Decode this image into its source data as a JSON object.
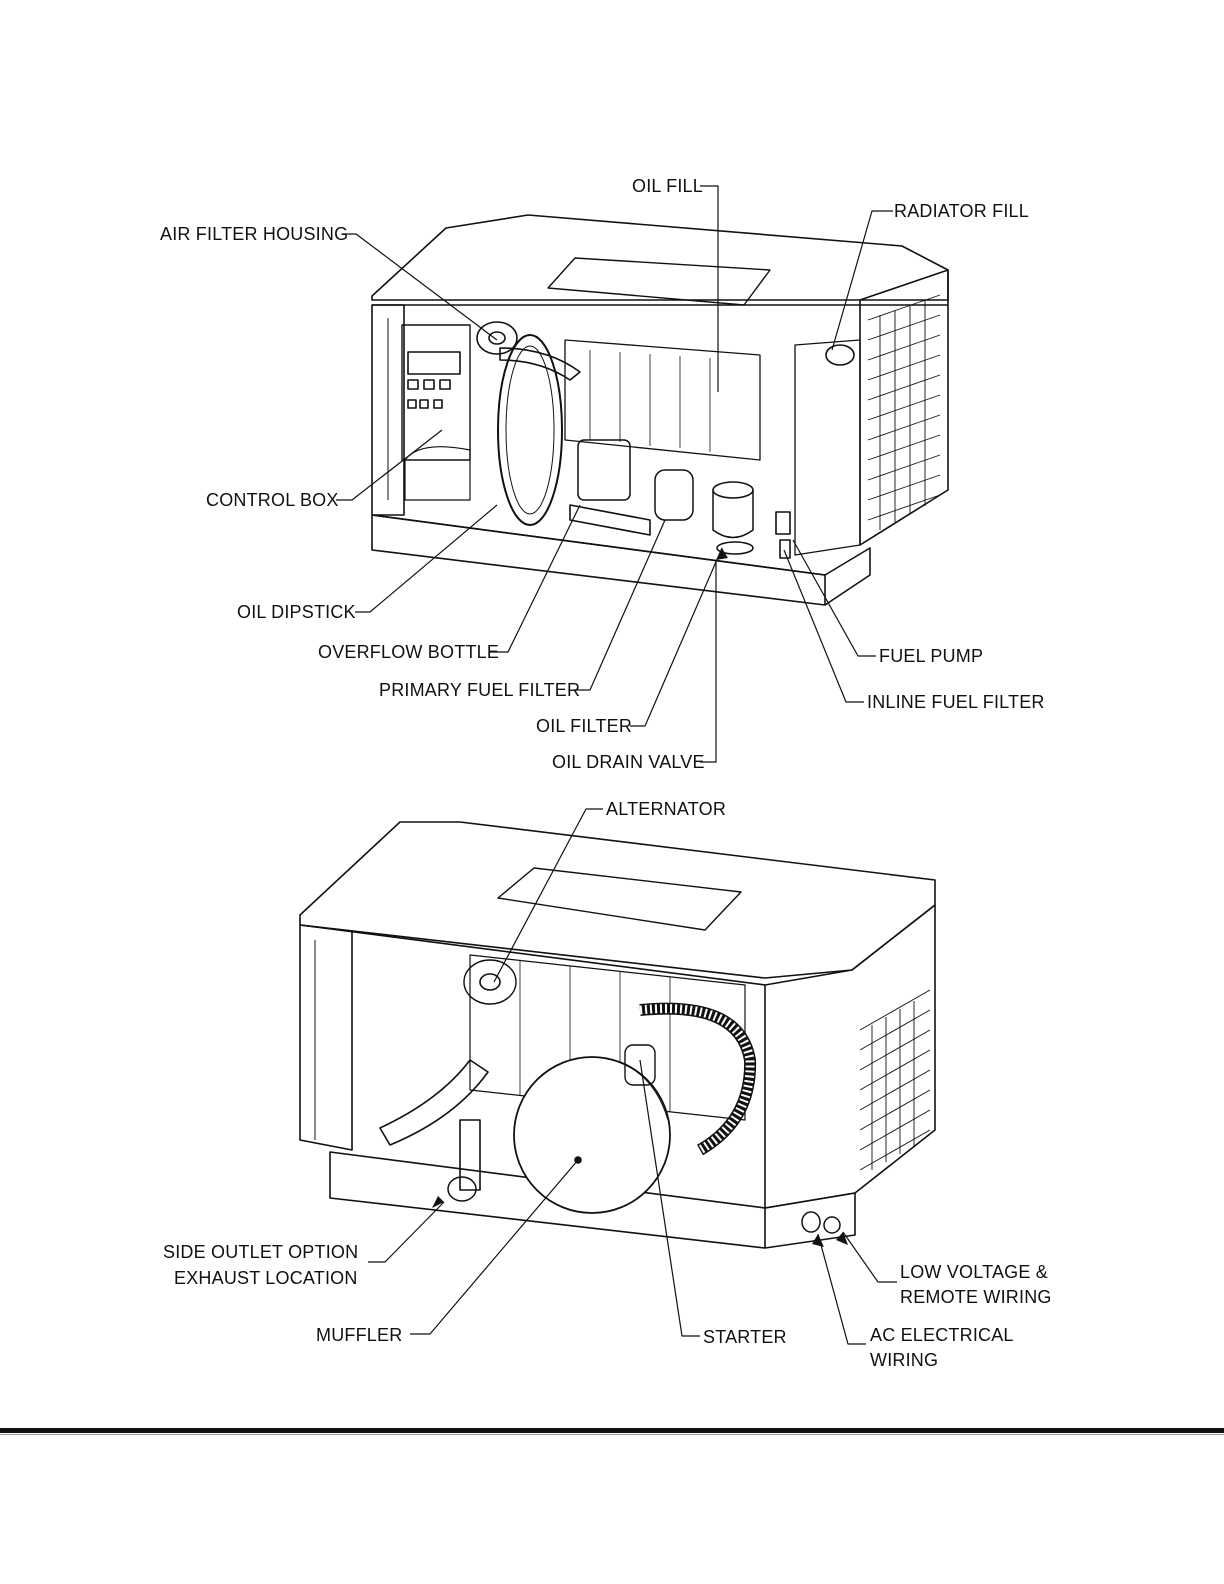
{
  "top_view": {
    "labels": {
      "oil_fill": "OIL FILL",
      "radiator_fill": "RADIATOR FILL",
      "air_filter_housing": "AIR FILTER HOUSING",
      "control_box": "CONTROL BOX",
      "oil_dipstick": "OIL DIPSTICK",
      "overflow_bottle": "OVERFLOW BOTTLE",
      "primary_fuel_filter": "PRIMARY FUEL FILTER",
      "oil_filter": "OIL FILTER",
      "oil_drain_valve": "OIL DRAIN VALVE",
      "fuel_pump": "FUEL PUMP",
      "inline_fuel_filter": "INLINE FUEL FILTER"
    }
  },
  "bottom_view": {
    "labels": {
      "alternator": "ALTERNATOR",
      "side_outlet_line1": "SIDE OUTLET OPTION",
      "side_outlet_line2": "EXHAUST LOCATION",
      "muffler": "MUFFLER",
      "starter": "STARTER",
      "low_voltage_line1": "LOW VOLTAGE &",
      "low_voltage_line2": "REMOTE WIRING",
      "ac_electrical_line1": "AC ELECTRICAL",
      "ac_electrical_line2": "WIRING"
    }
  }
}
